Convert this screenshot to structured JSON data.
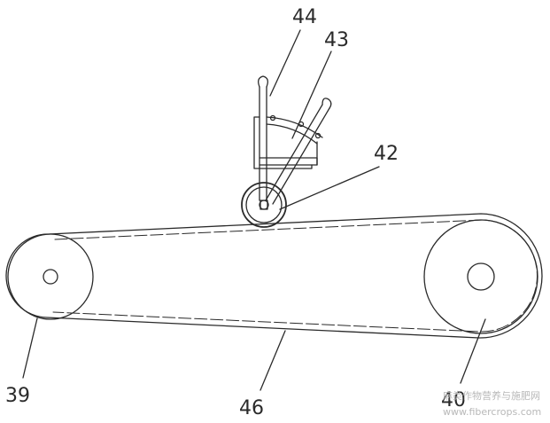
{
  "labels": {
    "l39": "39",
    "l40": "40",
    "l42": "42",
    "l43": "43",
    "l44": "44",
    "l46": "46"
  },
  "watermark": {
    "site": "www.fibercrops.com",
    "cn": "麻类作物营养与施肥网"
  },
  "colors": {
    "line": "#2a2a2a",
    "watermark": "#b8b8b8"
  }
}
